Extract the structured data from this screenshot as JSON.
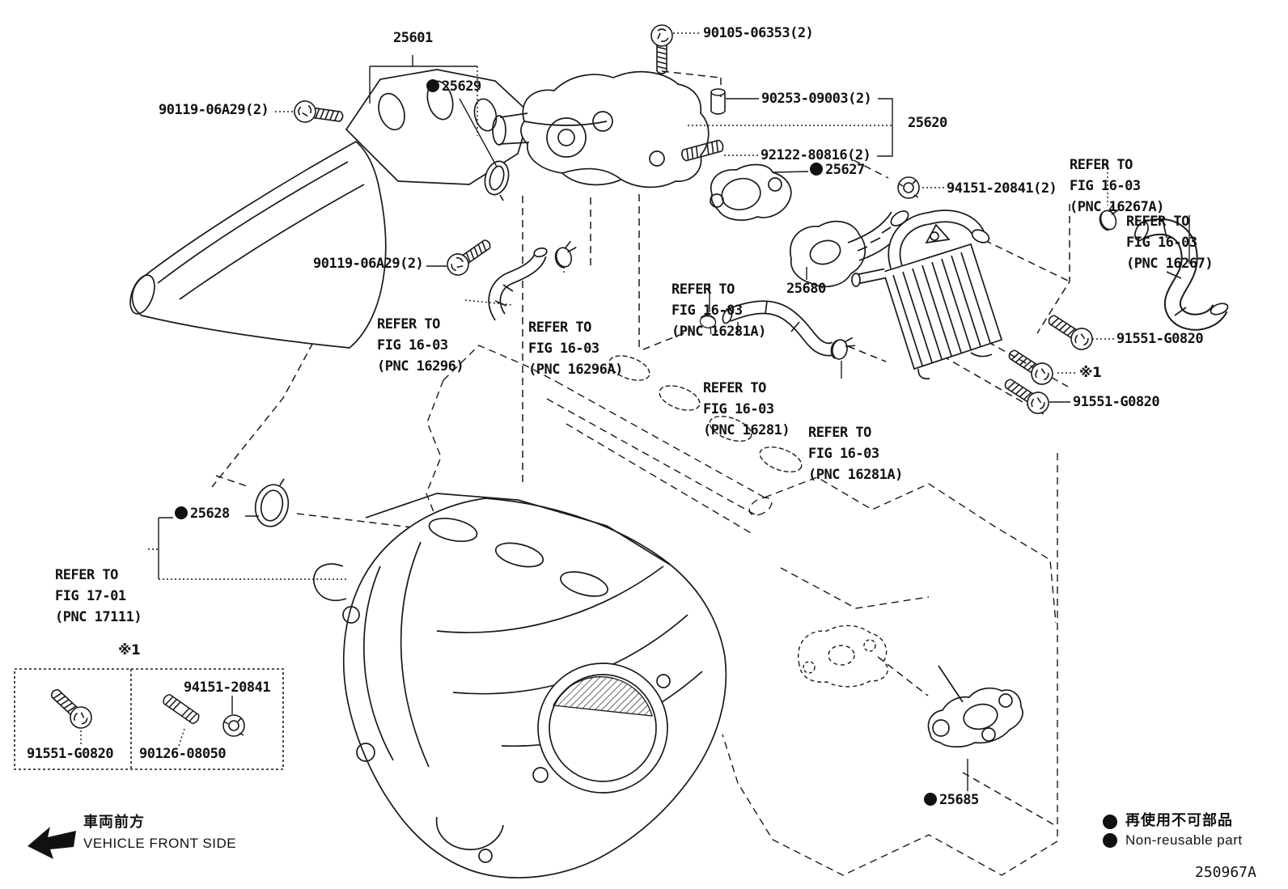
{
  "parts": {
    "p25601": "25601",
    "p90105": "90105-06353(2)",
    "p25629": "25629",
    "p90253": "90253-09003(2)",
    "p25620": "25620",
    "p90119a": "90119-06A29(2)",
    "p92122": "92122-80816(2)",
    "p25627": "25627",
    "p94151x2": "94151-20841(2)",
    "p90119b": "90119-06A29(2)",
    "p25680": "25680",
    "p91551a": "91551-G0820",
    "p91551b": "91551-G0820",
    "p25628": "25628",
    "p25685": "25685",
    "note1_right": "※1",
    "note1_box": "※1"
  },
  "refers": {
    "r16267A": {
      "l1": "REFER TO",
      "l2": "FIG 16-03",
      "l3": "(PNC 16267A)"
    },
    "r16267": {
      "l1": "REFER TO",
      "l2": "FIG 16-03",
      "l3": "(PNC 16267)"
    },
    "r16296": {
      "l1": "REFER TO",
      "l2": "FIG 16-03",
      "l3": "(PNC 16296)"
    },
    "r16296A": {
      "l1": "REFER TO",
      "l2": "FIG 16-03",
      "l3": "(PNC 16296A)"
    },
    "r16281A_top": {
      "l1": "REFER TO",
      "l2": "FIG 16-03",
      "l3": "(PNC 16281A)"
    },
    "r16281": {
      "l1": "REFER TO",
      "l2": "FIG 16-03",
      "l3": "(PNC 16281)"
    },
    "r16281A_bot": {
      "l1": "REFER TO",
      "l2": "FIG 16-03",
      "l3": "(PNC 16281A)"
    },
    "r17_01": {
      "l1": "REFER TO",
      "l2": "FIG 17-01",
      "l3": "(PNC 17111)"
    }
  },
  "inset_box": {
    "p94151": "94151-20841",
    "p91551": "91551-G0820",
    "p90126": "90126-08050"
  },
  "footer": {
    "front_jp": "車両前方",
    "front_en": "VEHICLE FRONT SIDE"
  },
  "legend": {
    "jp": "再使用不可部品",
    "en": "Non-reusable part"
  },
  "doc_number": "250967A"
}
